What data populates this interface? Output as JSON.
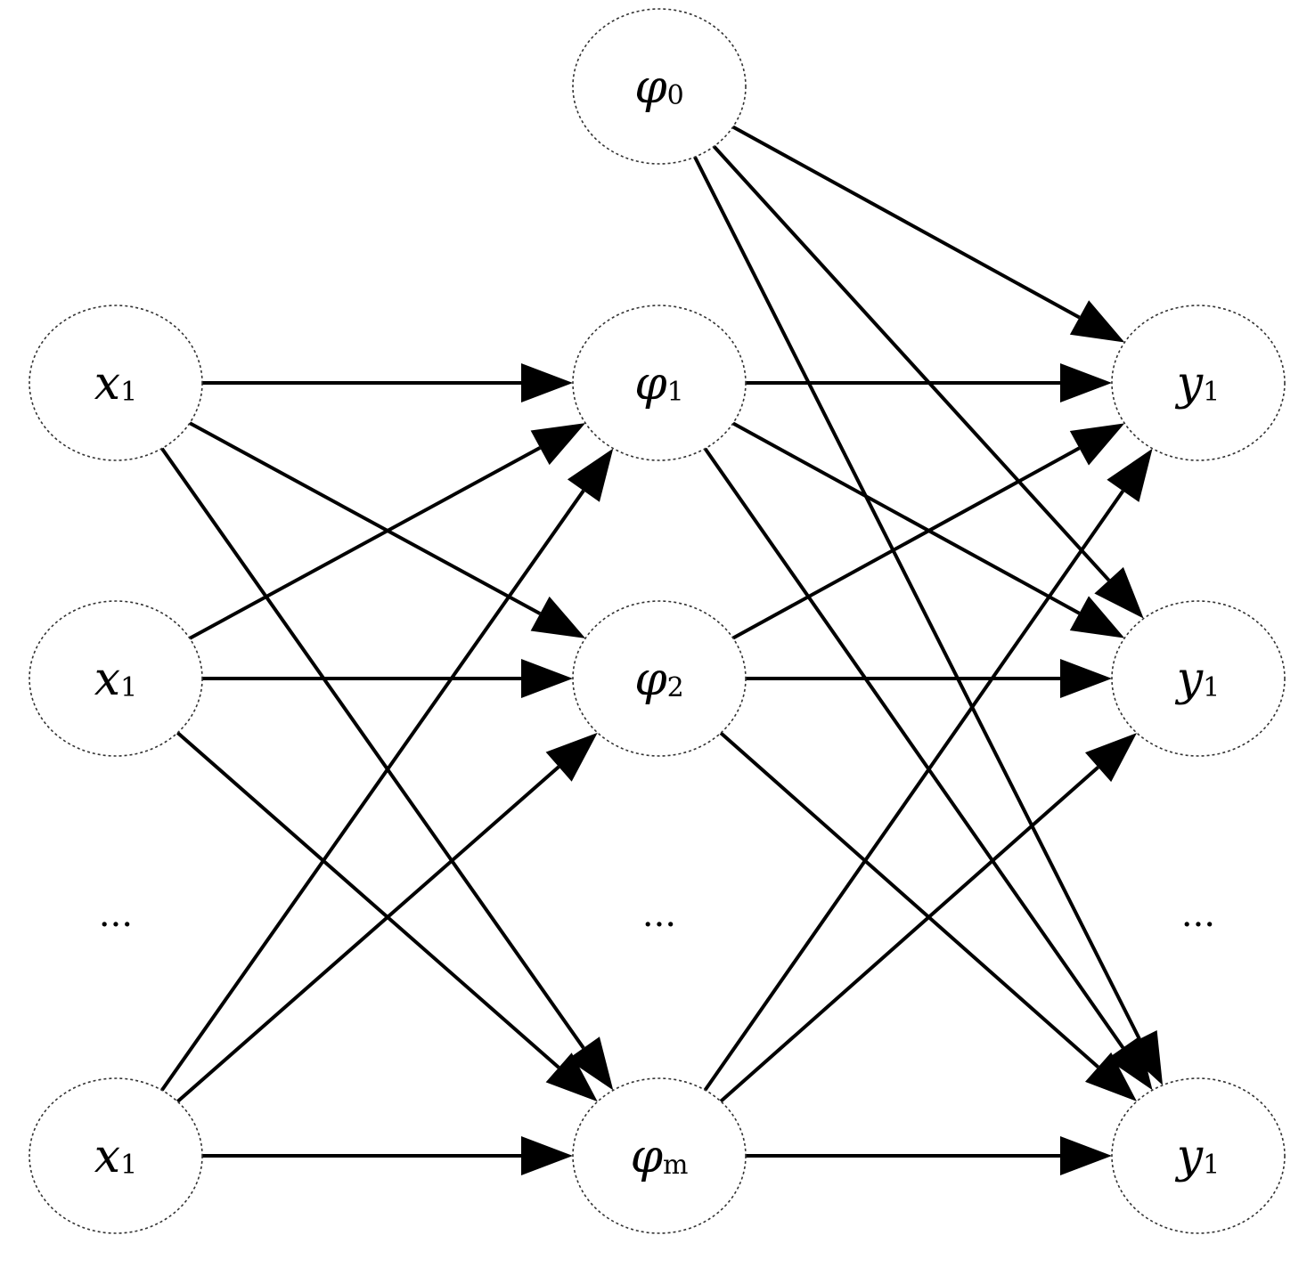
{
  "layers": {
    "input": [
      {
        "id": "x_a",
        "symbol": "x",
        "subscript": "1"
      },
      {
        "id": "x_b",
        "symbol": "x",
        "subscript": "1"
      },
      {
        "id": "x_c",
        "symbol": "x",
        "subscript": "1"
      }
    ],
    "hidden": [
      {
        "id": "phi0",
        "symbol": "φ",
        "subscript": "0"
      },
      {
        "id": "phi1",
        "symbol": "φ",
        "subscript": "1"
      },
      {
        "id": "phi2",
        "symbol": "φ",
        "subscript": "2"
      },
      {
        "id": "phim",
        "symbol": "φ",
        "subscript": "m"
      }
    ],
    "output": [
      {
        "id": "y_a",
        "symbol": "y",
        "subscript": "1"
      },
      {
        "id": "y_b",
        "symbol": "y",
        "subscript": "1"
      },
      {
        "id": "y_c",
        "symbol": "y",
        "subscript": "1"
      }
    ]
  },
  "ellipsis": {
    "input": "···",
    "hidden": "···",
    "output": "···"
  },
  "edges": [
    [
      "x_a",
      "phi1"
    ],
    [
      "x_a",
      "phi2"
    ],
    [
      "x_a",
      "phim"
    ],
    [
      "x_b",
      "phi1"
    ],
    [
      "x_b",
      "phi2"
    ],
    [
      "x_b",
      "phim"
    ],
    [
      "x_c",
      "phi1"
    ],
    [
      "x_c",
      "phi2"
    ],
    [
      "x_c",
      "phim"
    ],
    [
      "phi0",
      "y_a"
    ],
    [
      "phi0",
      "y_b"
    ],
    [
      "phi0",
      "y_c"
    ],
    [
      "phi1",
      "y_a"
    ],
    [
      "phi1",
      "y_b"
    ],
    [
      "phi1",
      "y_c"
    ],
    [
      "phi2",
      "y_a"
    ],
    [
      "phi2",
      "y_b"
    ],
    [
      "phi2",
      "y_c"
    ],
    [
      "phim",
      "y_a"
    ],
    [
      "phim",
      "y_b"
    ],
    [
      "phim",
      "y_c"
    ]
  ]
}
